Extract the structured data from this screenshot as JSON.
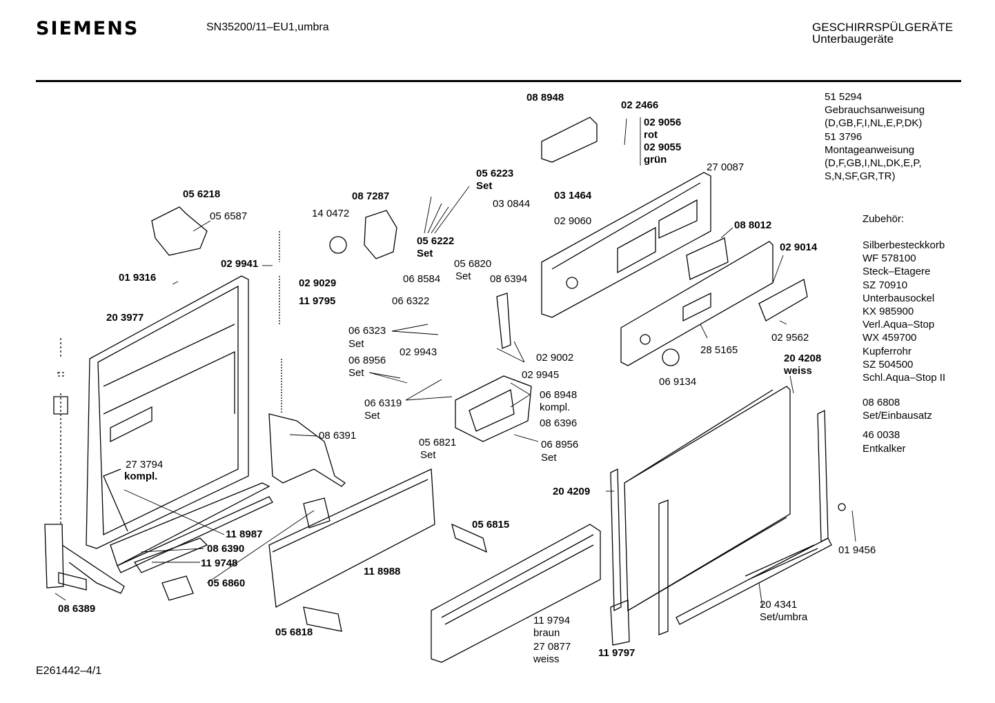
{
  "header": {
    "brand": "SIEMENS",
    "model": "SN35200/11–EU1,umbra",
    "category_line1": "GESCHIRRSPÜLGERÄTE",
    "category_line2": "Unterbaugeräte"
  },
  "footer": {
    "drawing_id": "E261442–4/1"
  },
  "documents": [
    "51 5294",
    "Gebrauchsanweisung",
    "(D,GB,F,I,NL,E,P,DK)",
    "51 3796",
    "Montageanweisung",
    "(D,F,GB,I,NL,DK,E,P,",
    "S,N,SF,GR,TR)"
  ],
  "accessories": {
    "title": "Zubehör:",
    "items": [
      "Silberbesteckkorb",
      "WF 578100",
      "Steck–Etagere",
      "SZ 70910",
      "Unterbausockel",
      "KX 985900",
      "Verl.Aqua–Stop",
      "WX 459700",
      "Kupferrohr",
      "SZ 504500",
      "Schl.Aqua–Stop II"
    ],
    "extra": [
      "08 6808",
      "Set/Einbausatz",
      "46 0038",
      "Entkalker"
    ]
  },
  "parts": {
    "p088948": "08 8948",
    "p022466": "02 2466",
    "p029056": "02 9056",
    "rot": "rot",
    "p029055": "02 9055",
    "gruen": "grün",
    "p270087": "27 0087",
    "p056223": "05 6223",
    "set_056223": "Set",
    "p087287": "08 7287",
    "p056218": "05 6218",
    "p056587": "05 6587",
    "p140472": "14 0472",
    "p030844": "03 0844",
    "p031464": "03 1464",
    "p029060": "02 9060",
    "p088012": "08 8012",
    "p029014": "02 9014",
    "p056222": "05 6222",
    "set_056222": "Set",
    "p029941": "02 9941",
    "p019316": "01 9316",
    "p029029": "02 9029",
    "p119795": "11 9795",
    "p203977": "20 3977",
    "p056820": "05 6820",
    "set_056820": "Set",
    "p068584": "06 8584",
    "p086394": "08 6394",
    "p066322": "06 6322",
    "p066323": "06 6323",
    "set_066323": "Set",
    "p068956a": "06 8956",
    "set_068956a": "Set",
    "p029943": "02 9943",
    "p029002": "02 9002",
    "p029945": "02 9945",
    "p066319": "06 6319",
    "set_066319": "Set",
    "p068948": "06 8948",
    "kompl_068948": "kompl.",
    "p086396": "08 6396",
    "p056821": "05 6821",
    "set_056821": "Set",
    "p068956b": "06 8956",
    "set_068956b": "Set",
    "p029562": "02 9562",
    "p285165": "28 5165",
    "p069134": "06 9134",
    "p204208": "20 4208",
    "weiss_204208": "weiss",
    "p086391": "08 6391",
    "p273794": "27 3794",
    "kompl_273794": "kompl.",
    "p118987": "11 8987",
    "p086390": "08 6390",
    "p119748": "11 9748",
    "p056860": "05 6860",
    "p086389": "08 6389",
    "p118988": "11 8988",
    "p056818": "05 6818",
    "p056815": "05 6815",
    "p204209": "20 4209",
    "p119794": "11 9794",
    "braun": "braun",
    "p270877": "27 0877",
    "weiss_270877": "weiss",
    "p119797": "11 9797",
    "p204341": "20 4341",
    "set_204341": "Set/umbra",
    "p019456": "01 9456"
  }
}
